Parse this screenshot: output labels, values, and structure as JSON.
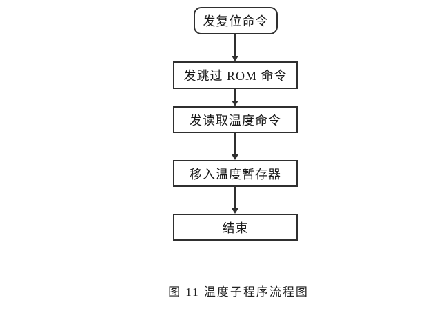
{
  "figure": {
    "caption": "图 11 温度子程序流程图"
  },
  "flowchart": {
    "nodes": [
      {
        "id": "start",
        "type": "terminator",
        "label": "发复位命令"
      },
      {
        "id": "skip-rom",
        "type": "process",
        "label": "发跳过 ROM 命令"
      },
      {
        "id": "read-temp",
        "type": "process",
        "label": "发读取温度命令"
      },
      {
        "id": "store-temp",
        "type": "process",
        "label": "移入温度暂存器"
      },
      {
        "id": "end",
        "type": "process",
        "label": "结束"
      }
    ],
    "edges": [
      {
        "from": "start",
        "to": "skip-rom"
      },
      {
        "from": "skip-rom",
        "to": "read-temp"
      },
      {
        "from": "read-temp",
        "to": "store-temp"
      },
      {
        "from": "store-temp",
        "to": "end"
      }
    ],
    "colors": {
      "stroke": "#2f2f2f",
      "text": "#1a1a1a",
      "background": "#ffffff"
    }
  }
}
